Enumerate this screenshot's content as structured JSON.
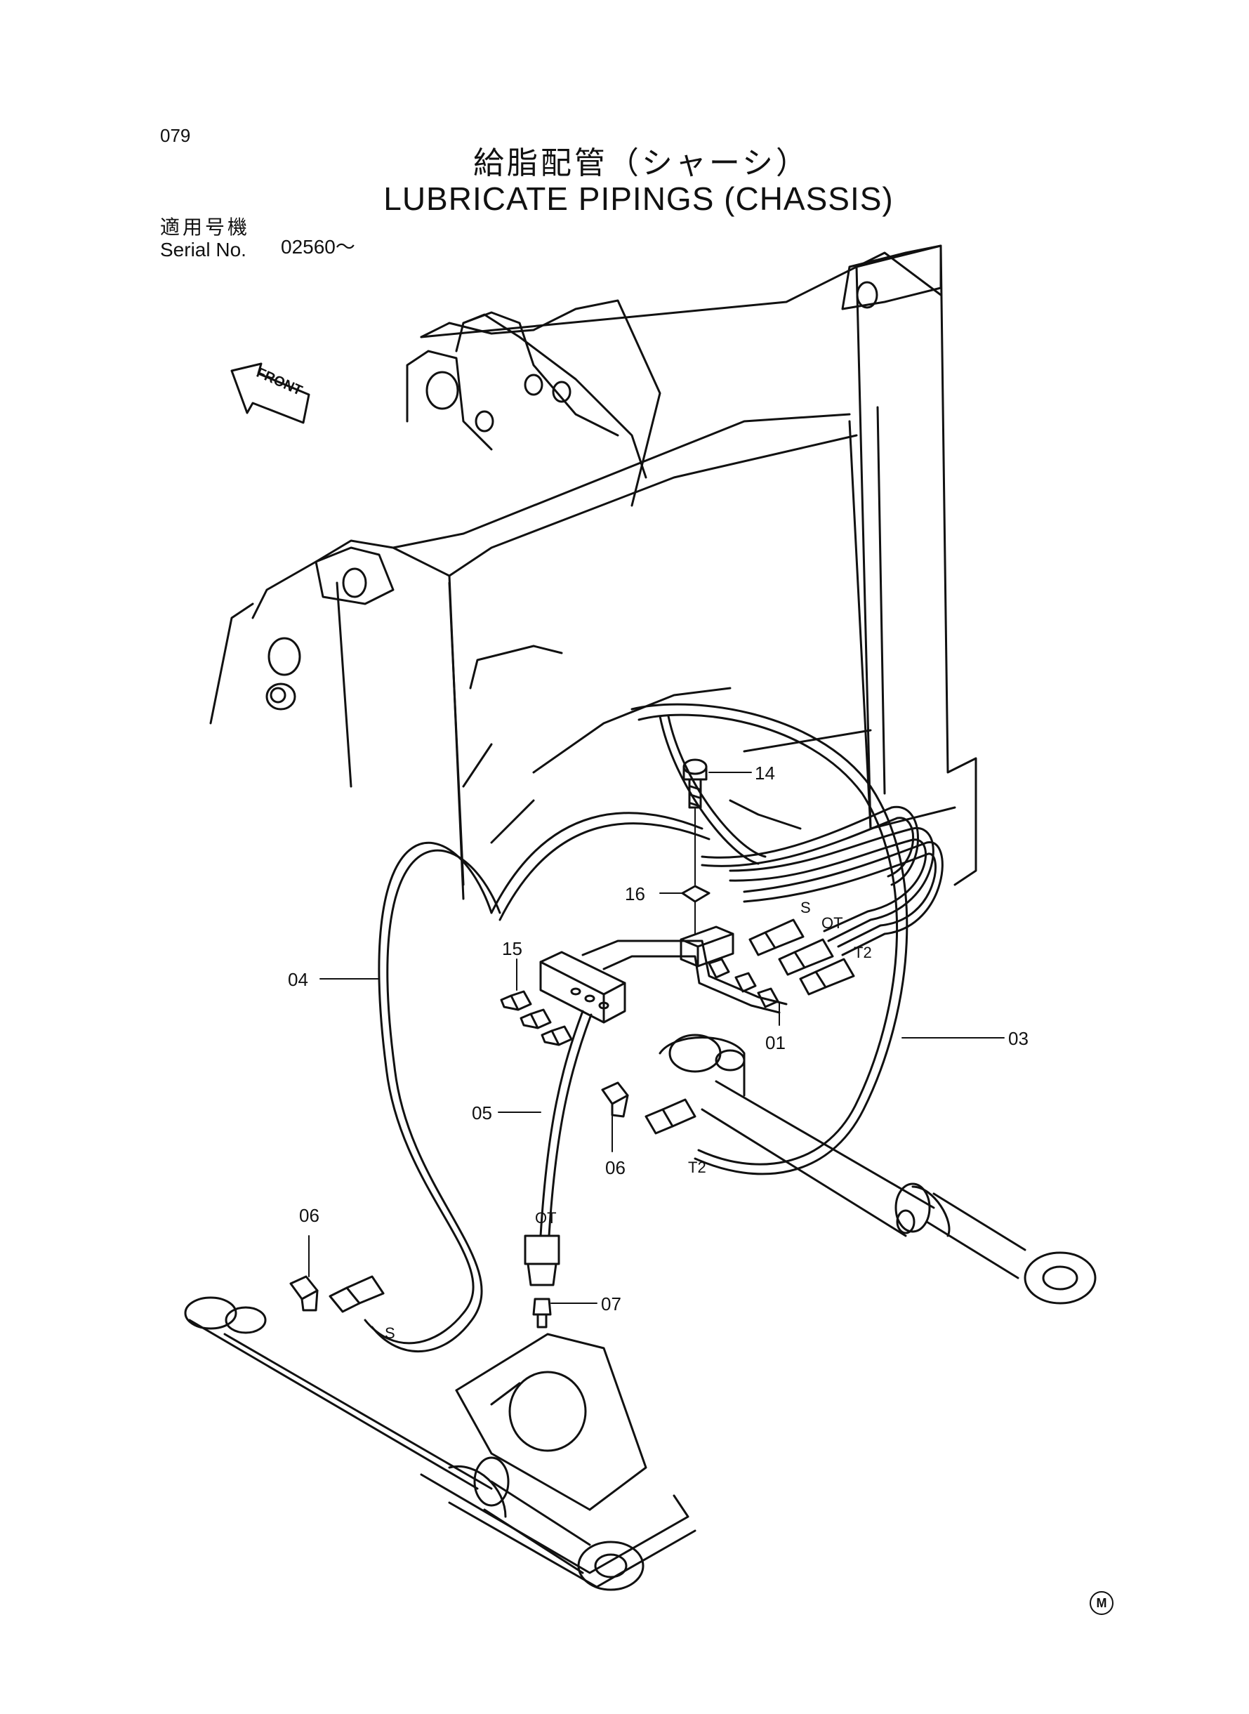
{
  "page": {
    "number": "079"
  },
  "title": {
    "japanese": "給脂配管（シャーシ）",
    "english": "LUBRICATE PIPINGS (CHASSIS)"
  },
  "serial": {
    "label_jp": "適用号機",
    "label_en": "Serial No.",
    "value": "02560～"
  },
  "direction_arrow": {
    "label": "FRONT",
    "icon": "arrow-front-icon"
  },
  "parts": {
    "p01": "01",
    "p03": "03",
    "p04": "04",
    "p05": "05",
    "p06a": "06",
    "p06b": "06",
    "p07": "07",
    "p14": "14",
    "p15": "15",
    "p16": "16"
  },
  "hose_tags": {
    "s_upper": "S",
    "ot_upper": "OT",
    "t2_upper": "T2",
    "t2_lower": "T2",
    "ot_lower": "OT",
    "s_lower": "S"
  },
  "footer": {
    "mark": "M"
  }
}
